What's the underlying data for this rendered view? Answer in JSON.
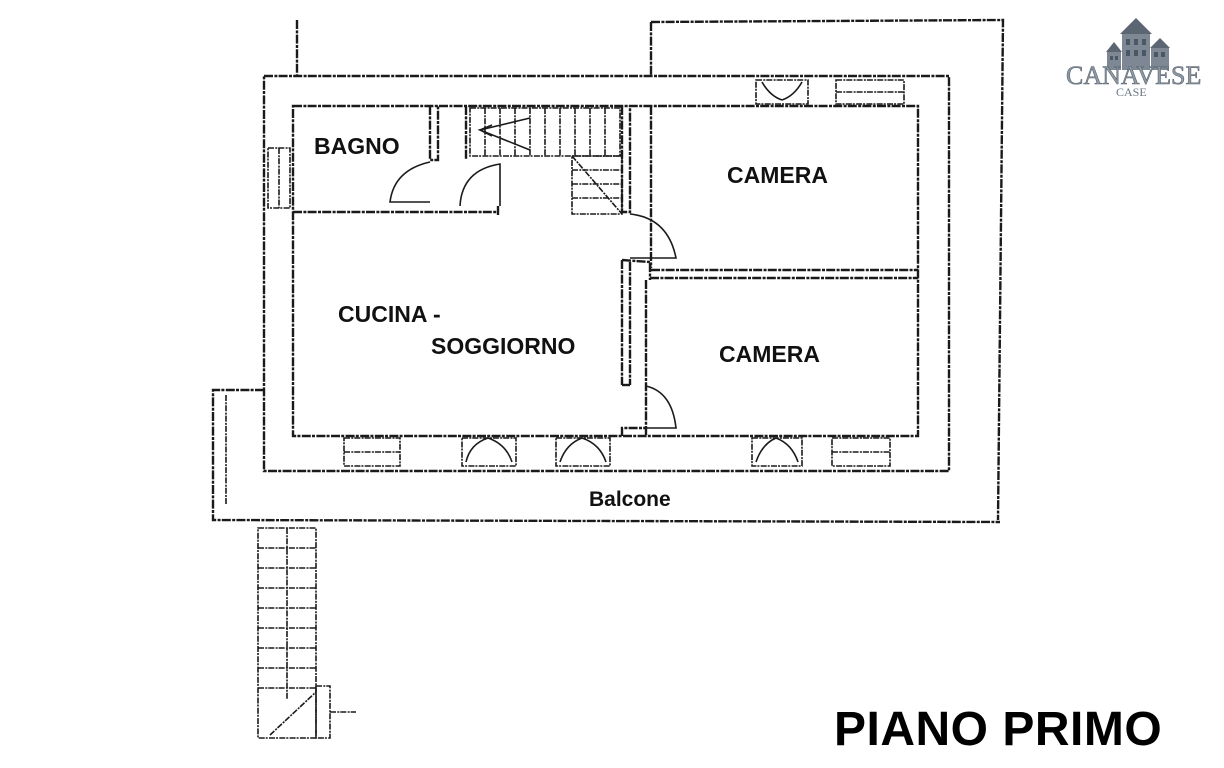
{
  "plan": {
    "title": "PIANO PRIMO",
    "rooms": {
      "bagno": "BAGNO",
      "camera_top": "CAMERA",
      "cucina_line1": "CUCINA -",
      "cucina_line2": "SOGGIORNO",
      "camera_bottom": "CAMERA",
      "balcone": "Balcone"
    }
  },
  "logo": {
    "brand": "CANAVESE",
    "sub": "CASE",
    "colors": {
      "building": "#7d8894",
      "window": "#4a5866",
      "roof": "#5c6672"
    }
  }
}
